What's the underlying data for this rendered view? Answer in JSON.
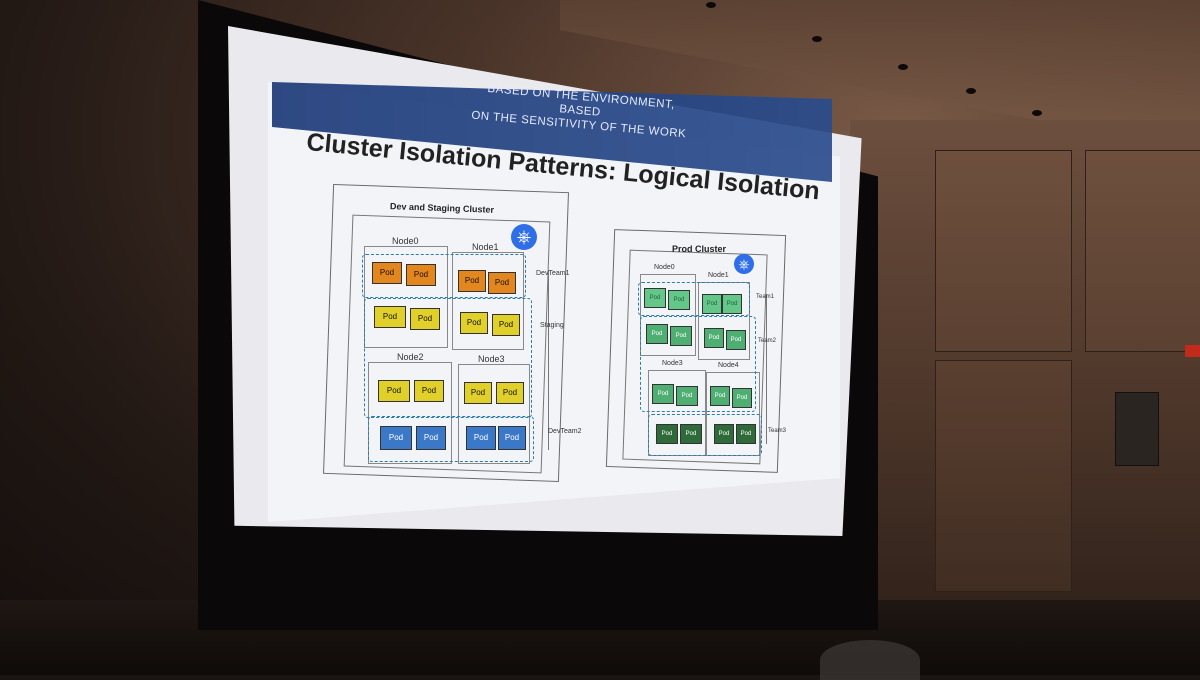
{
  "slide": {
    "banner_lines": [
      "BASED ON THE ENVIRONMENT, BASED",
      "ON THE SENSITIVITY OF THE WORK"
    ],
    "title": "Cluster Isolation Patterns: Logical Isolation",
    "dev_cluster": {
      "label": "Dev and Staging Cluster",
      "nodes": [
        "Node0",
        "Node1",
        "Node2",
        "Node3"
      ],
      "groups": [
        "DevTeam1",
        "Staging",
        "DevTeam2"
      ],
      "pod_label": "Pod"
    },
    "prod_cluster": {
      "label": "Prod Cluster",
      "nodes": [
        "Node0",
        "Node1",
        "Node3",
        "Node4"
      ],
      "groups": [
        "Team1",
        "Team2",
        "Team3"
      ],
      "pod_label": "Pod"
    },
    "colors": {
      "orange": "#e2861d",
      "yellow": "#e2d02a",
      "blue": "#3c78c8",
      "light_green": "#63c78a",
      "dark_green": "#2f6b3a",
      "k8s": "#2f6ee6"
    },
    "icons": [
      "kubernetes-icon"
    ]
  }
}
